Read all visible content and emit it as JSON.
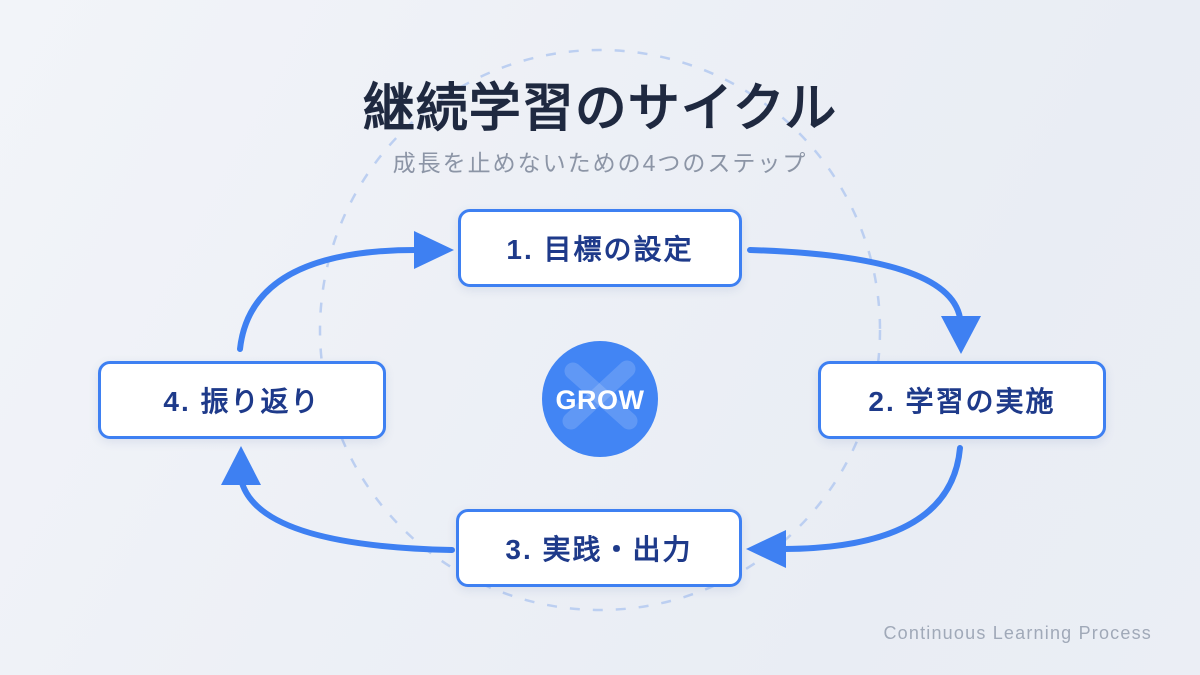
{
  "page": {
    "title": "継続学習のサイクル",
    "subtitle": "成長を止めないための4つのステップ",
    "footer": "Continuous Learning Process"
  },
  "center": {
    "label": "GROW"
  },
  "steps": [
    {
      "id": 1,
      "label": "1. 目標の設定",
      "position": "top"
    },
    {
      "id": 2,
      "label": "2. 学習の実施",
      "position": "right"
    },
    {
      "id": 3,
      "label": "3. 実践・出力",
      "position": "bottom"
    },
    {
      "id": 4,
      "label": "4. 振り返り",
      "position": "left"
    }
  ],
  "colors": {
    "accent_blue": "#3e80f2",
    "center_circle_blue": "#4285f4",
    "box_text_navy": "#1e3a8a",
    "title_navy": "#1f2940",
    "subtitle_gray": "#8c95a6",
    "dashed_circle_blue": "#bccff1",
    "footer_gray": "#a0a9b8",
    "background": "#edf0f6"
  }
}
